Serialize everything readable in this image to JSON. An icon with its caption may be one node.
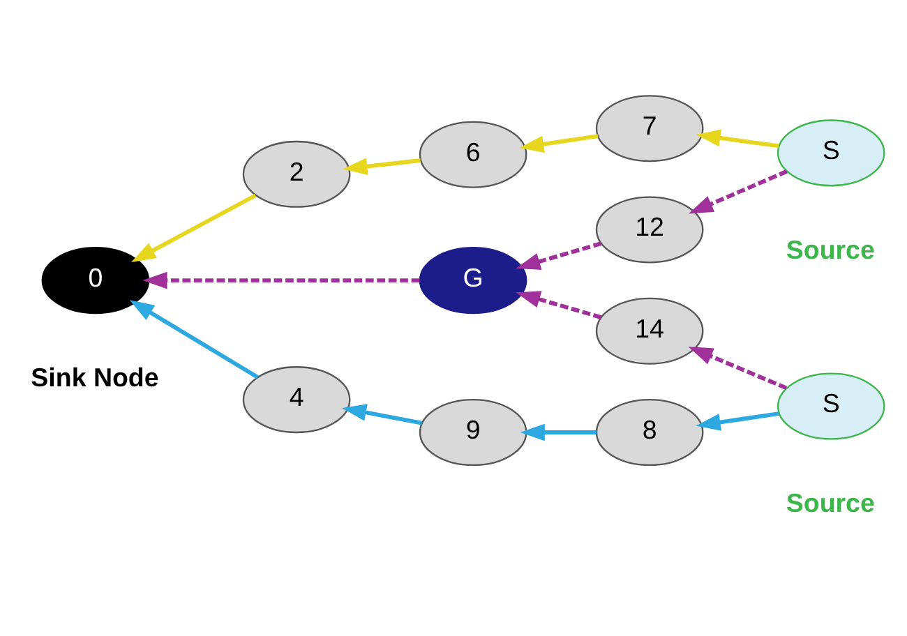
{
  "diagram": {
    "nodes": [
      {
        "text": [
          "7"
        ]
      },
      {
        "text": [
          "6"
        ]
      },
      {
        "text": [
          "2"
        ]
      },
      {
        "text": [
          "S"
        ],
        "beside": [
          "Source"
        ]
      },
      {
        "text": [
          "12"
        ]
      },
      {
        "text": [
          "0"
        ],
        "beside": [
          "Sink Node"
        ]
      },
      {
        "text": [
          "G"
        ]
      },
      {
        "text": [
          "14"
        ]
      },
      {
        "text": [
          "S"
        ],
        "beside": [
          "Source"
        ]
      },
      {
        "text": [
          "4"
        ]
      },
      {
        "text": [
          "9"
        ]
      },
      {
        "text": [
          "8"
        ]
      }
    ],
    "edges": [
      {
        "from": 3,
        "to": 0,
        "arrow": "to",
        "color": "#e6d61e"
      },
      {
        "from": 0,
        "to": 1,
        "arrow": "to",
        "color": "#e6d61e"
      },
      {
        "from": 1,
        "to": 2,
        "arrow": "to",
        "color": "#e6d61e"
      },
      {
        "from": 2,
        "to": 5,
        "arrow": "to",
        "color": "#e6d61e"
      },
      {
        "from": 3,
        "to": 4,
        "arrow": "to",
        "style": "dashed",
        "color": "#a0309a"
      },
      {
        "from": 4,
        "to": 6,
        "arrow": "to",
        "style": "dashed",
        "color": "#a0309a"
      },
      {
        "from": 6,
        "to": 5,
        "arrow": "to",
        "style": "dashed",
        "color": "#a0309a"
      },
      {
        "from": 8,
        "to": 7,
        "arrow": "to",
        "style": "dashed",
        "color": "#a0309a"
      },
      {
        "from": 7,
        "to": 6,
        "arrow": "to",
        "style": "dashed",
        "color": "#a0309a"
      },
      {
        "from": 8,
        "to": 11,
        "arrow": "to",
        "color": "#2ea8e0"
      },
      {
        "from": 11,
        "to": 10,
        "arrow": "to",
        "color": "#2ea8e0"
      },
      {
        "from": 10,
        "to": 9,
        "arrow": "to",
        "color": "#2ea8e0"
      },
      {
        "from": 9,
        "to": 5,
        "arrow": "to",
        "color": "#2ea8e0"
      }
    ]
  }
}
